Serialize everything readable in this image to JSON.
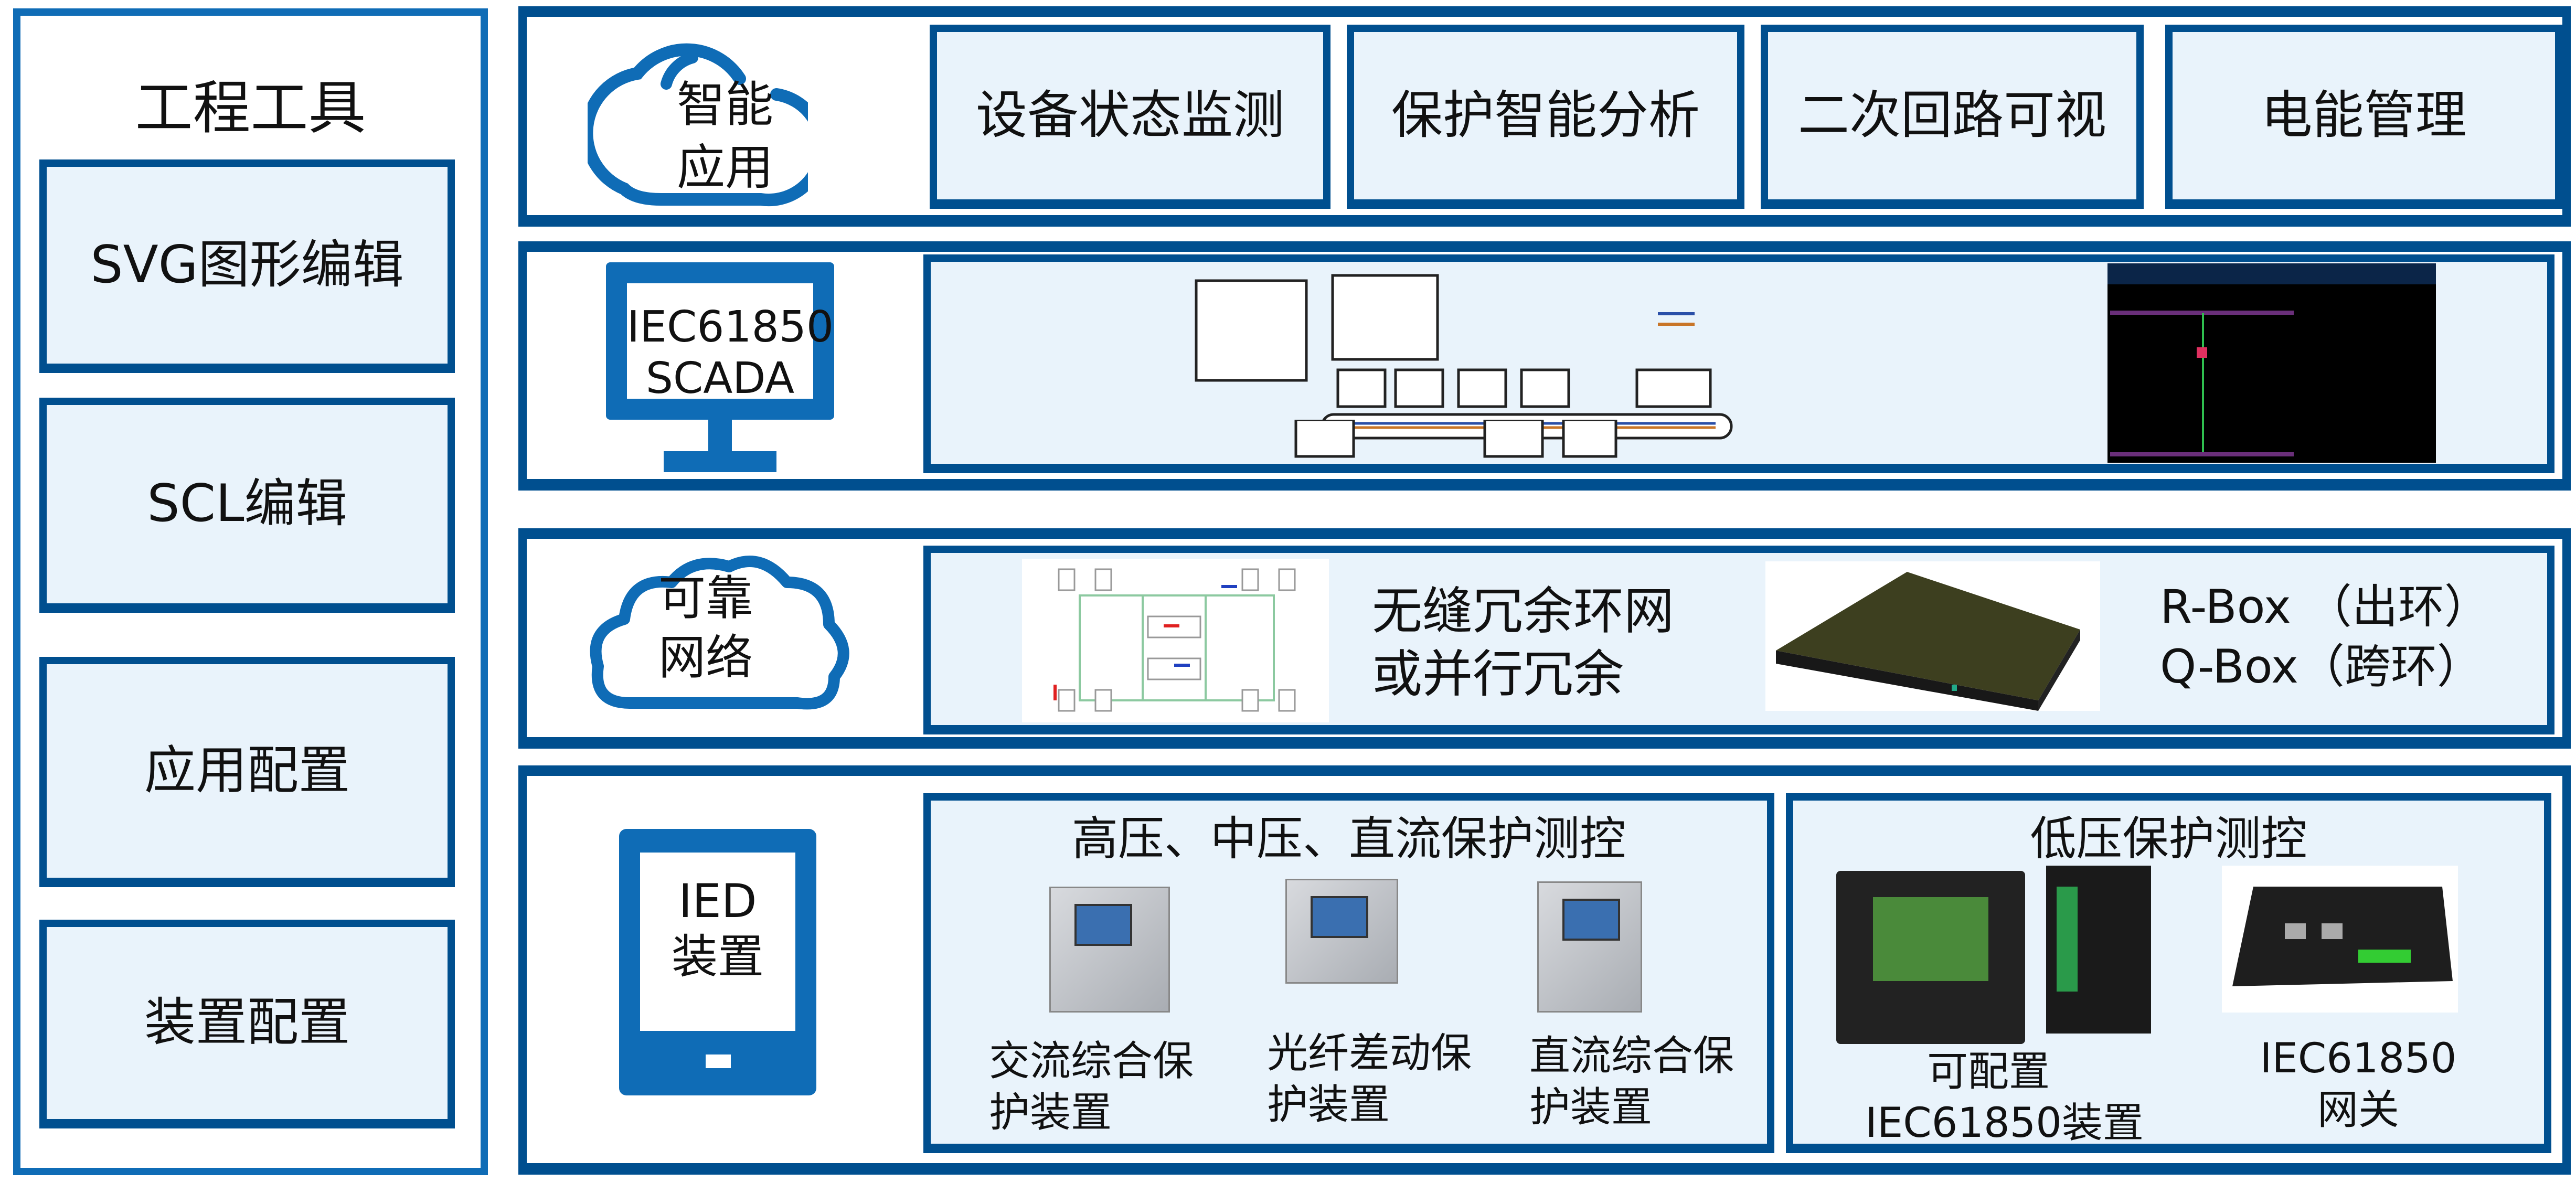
{
  "tools": {
    "title": "工程工具",
    "items": [
      "SVG图形编辑",
      "SCL编辑",
      "应用配置",
      "装置配置"
    ]
  },
  "rows": {
    "apps": {
      "icon_label": [
        "智能",
        "应用"
      ],
      "items": [
        "设备状态监测",
        "保护智能分析",
        "二次回路可视",
        "电能管理"
      ]
    },
    "scada": {
      "icon_label": [
        "IEC61850",
        "SCADA"
      ]
    },
    "network": {
      "icon_label": [
        "可靠",
        "网络"
      ],
      "ring_text": [
        "无缝冗余环网",
        "或并行冗余"
      ],
      "box_text": [
        "R-Box （出环）",
        "Q-Box（跨环）"
      ]
    },
    "ied": {
      "icon_label": [
        "IED",
        "装置"
      ],
      "hv": {
        "title": "高压、中压、直流保护测控",
        "devices": [
          [
            "交流综合保",
            "护装置"
          ],
          [
            "光纤差动保",
            "护装置"
          ],
          [
            "直流综合保",
            "护装置"
          ]
        ]
      },
      "lv": {
        "title": "低压保护测控",
        "devices": [
          [
            "可配置",
            "IEC61850装置"
          ],
          [
            "IEC61850",
            "网关"
          ]
        ]
      }
    }
  },
  "colors": {
    "icon_blue": "#0f6cb6",
    "border_dark": "#004f8f",
    "panel_fill": "#e9f3fb"
  }
}
